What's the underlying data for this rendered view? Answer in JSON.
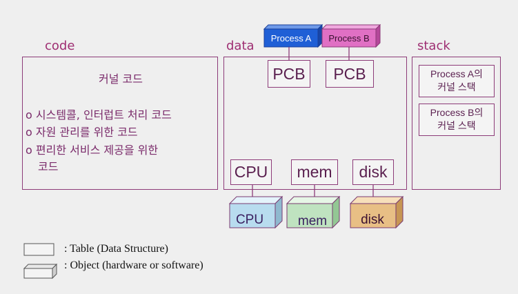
{
  "sections": {
    "code": "code",
    "data": "data",
    "stack": "stack"
  },
  "code_panel": {
    "title": "커널 코드",
    "bullet": "o",
    "items": [
      "시스템콜, 인터럽트 처리 코드",
      "자원 관리를 위한 코드",
      "편리한 서비스 제공을 위한"
    ],
    "continuation": "코드"
  },
  "processes": [
    {
      "label": "Process A",
      "color": "#1f5fd6"
    },
    {
      "label": "Process B",
      "color": "#e070c4"
    }
  ],
  "data_panel": {
    "pcb": [
      "PCB",
      "PCB"
    ],
    "tables": [
      "CPU",
      "mem",
      "disk"
    ]
  },
  "devices": [
    {
      "label": "CPU",
      "color": "#b8dcef"
    },
    {
      "label": "mem",
      "color": "#bfe3c0"
    },
    {
      "label": "disk",
      "color": "#e8bf85"
    }
  ],
  "stack_panel": {
    "boxes": [
      {
        "line1": "Process A의",
        "line2": "커널 스택"
      },
      {
        "line1": "Process B의",
        "line2": "커널 스택"
      }
    ]
  },
  "legend": {
    "table": ":  Table  (Data Structure)",
    "object": ":  Object (hardware or software)"
  }
}
